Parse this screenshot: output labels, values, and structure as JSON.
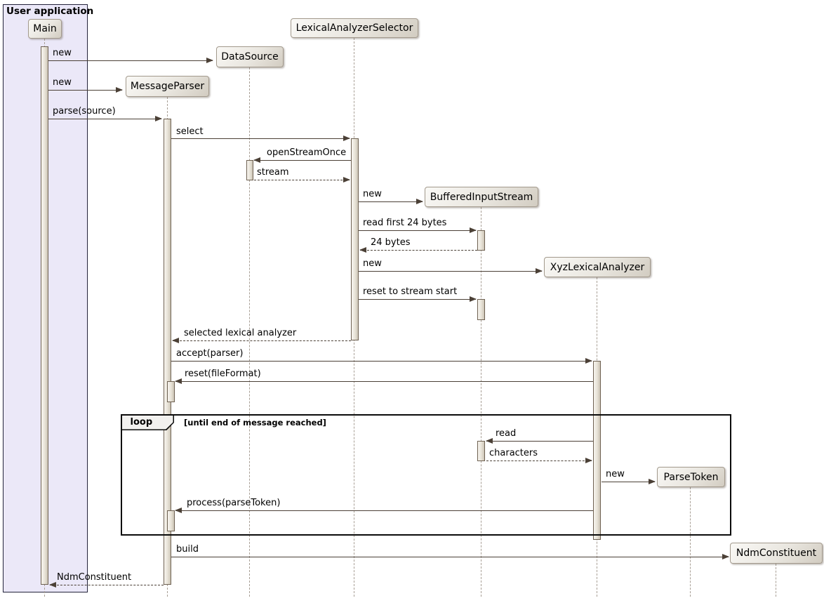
{
  "diagram": {
    "frame": {
      "title": "User application"
    },
    "participants": [
      {
        "id": "main",
        "label": "Main"
      },
      {
        "id": "lexical-analyzer-selector",
        "label": "LexicalAnalyzerSelector"
      },
      {
        "id": "data-source",
        "label": "DataSource"
      },
      {
        "id": "message-parser",
        "label": "MessageParser"
      },
      {
        "id": "buffered-input-stream",
        "label": "BufferedInputStream"
      },
      {
        "id": "xyz-lexical-analyzer",
        "label": "XyzLexicalAnalyzer"
      },
      {
        "id": "parse-token",
        "label": "ParseToken"
      },
      {
        "id": "ndm-constituent",
        "label": "NdmConstituent"
      }
    ],
    "loop": {
      "keyword": "loop",
      "condition": "[until end of message reached]"
    },
    "messages": [
      {
        "label": "new",
        "from": "Main",
        "to": "DataSource",
        "kind": "create"
      },
      {
        "label": "new",
        "from": "Main",
        "to": "MessageParser",
        "kind": "create"
      },
      {
        "label": "parse(source)",
        "from": "Main",
        "to": "MessageParser",
        "kind": "call"
      },
      {
        "label": "select",
        "from": "MessageParser",
        "to": "LexicalAnalyzerSelector",
        "kind": "call"
      },
      {
        "label": "openStreamOnce",
        "from": "LexicalAnalyzerSelector",
        "to": "DataSource",
        "kind": "call"
      },
      {
        "label": "stream",
        "from": "DataSource",
        "to": "LexicalAnalyzerSelector",
        "kind": "return"
      },
      {
        "label": "new",
        "from": "LexicalAnalyzerSelector",
        "to": "BufferedInputStream",
        "kind": "create"
      },
      {
        "label": "read first 24 bytes",
        "from": "LexicalAnalyzerSelector",
        "to": "BufferedInputStream",
        "kind": "call"
      },
      {
        "label": "24 bytes",
        "from": "BufferedInputStream",
        "to": "LexicalAnalyzerSelector",
        "kind": "return"
      },
      {
        "label": "new",
        "from": "LexicalAnalyzerSelector",
        "to": "XyzLexicalAnalyzer",
        "kind": "create"
      },
      {
        "label": "reset to stream start",
        "from": "LexicalAnalyzerSelector",
        "to": "BufferedInputStream",
        "kind": "call"
      },
      {
        "label": "selected lexical analyzer",
        "from": "LexicalAnalyzerSelector",
        "to": "MessageParser",
        "kind": "return"
      },
      {
        "label": "accept(parser)",
        "from": "MessageParser",
        "to": "XyzLexicalAnalyzer",
        "kind": "call"
      },
      {
        "label": "reset(fileFormat)",
        "from": "XyzLexicalAnalyzer",
        "to": "MessageParser",
        "kind": "call"
      },
      {
        "label": "read",
        "from": "XyzLexicalAnalyzer",
        "to": "BufferedInputStream",
        "kind": "call"
      },
      {
        "label": "characters",
        "from": "BufferedInputStream",
        "to": "XyzLexicalAnalyzer",
        "kind": "return"
      },
      {
        "label": "new",
        "from": "XyzLexicalAnalyzer",
        "to": "ParseToken",
        "kind": "create"
      },
      {
        "label": "process(parseToken)",
        "from": "XyzLexicalAnalyzer",
        "to": "MessageParser",
        "kind": "call"
      },
      {
        "label": "build",
        "from": "MessageParser",
        "to": "NdmConstituent",
        "kind": "create"
      },
      {
        "label": "NdmConstituent",
        "from": "MessageParser",
        "to": "Main",
        "kind": "return"
      }
    ],
    "colors": {
      "frame_background": "#ebe8f8",
      "frame_border": "#23233a",
      "participant_fill_top": "#faf9f6",
      "participant_fill_bottom": "#d2ccc1",
      "participant_border": "#a39a8d",
      "activation_fill": "#e7e2d7",
      "activation_border": "#6e6152",
      "arrow": "#4b4036",
      "lifeline": "#a89f95",
      "loop_border": "#0b0b0b"
    }
  }
}
